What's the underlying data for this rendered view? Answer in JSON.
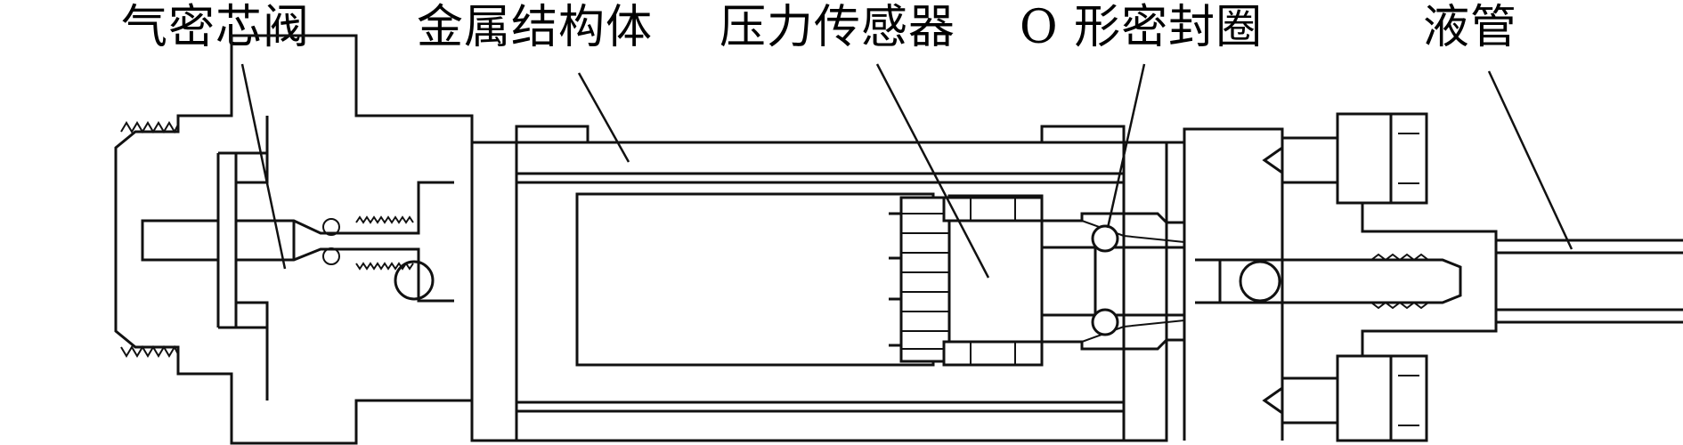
{
  "labels": {
    "valve_core": "气密芯阀",
    "metal_body": "金属结构体",
    "pressure_sensor": "压力传感器",
    "o_ring": "O 形密封圈",
    "liquid_tube": "液管"
  }
}
